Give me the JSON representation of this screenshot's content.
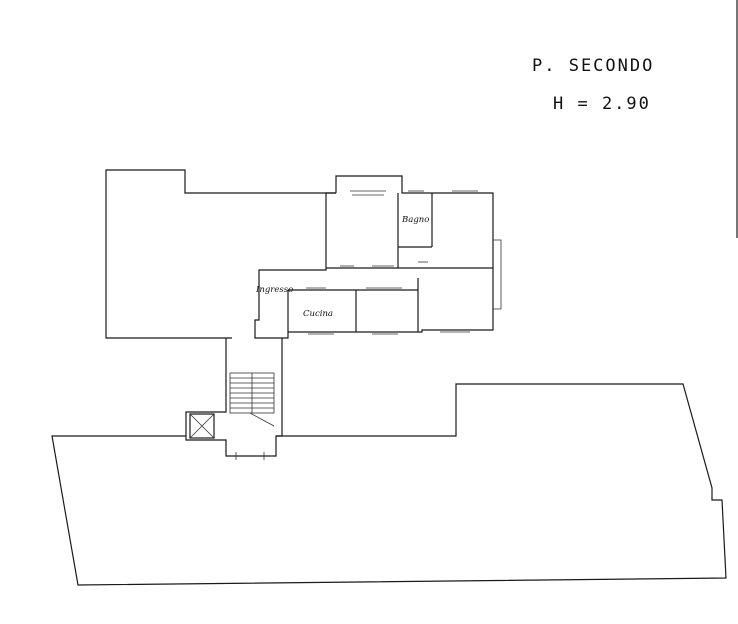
{
  "header": {
    "floor_label": "P. SECONDO",
    "height_label": "H = 2.90"
  },
  "rooms": {
    "bagno": "Bagno",
    "ingresso": "Ingresso",
    "cucina": "Cucina"
  }
}
